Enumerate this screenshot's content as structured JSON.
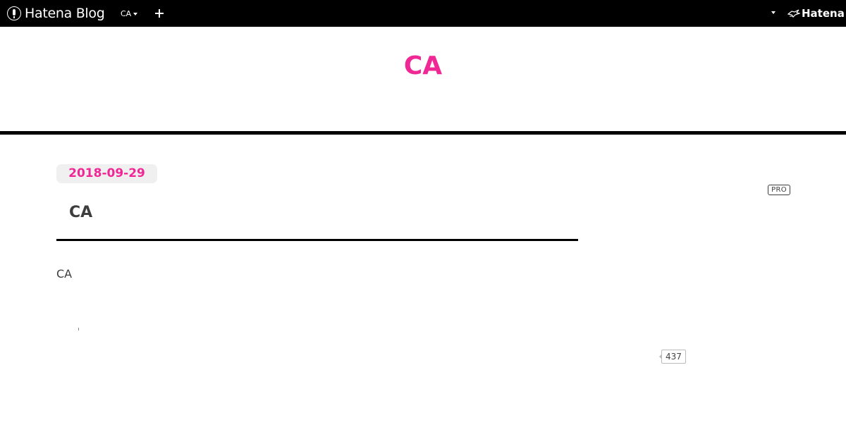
{
  "topbar": {
    "logo_text": "Hatena Blog",
    "blog_menu_label": "CA",
    "hatena_label": "Hatena"
  },
  "header": {
    "blog_title": "CA"
  },
  "entry": {
    "date": "2018-09-29",
    "title": "CA",
    "body": "CA"
  },
  "sidebar": {
    "pro_badge": "PRO",
    "count": "437"
  },
  "colors": {
    "accent": "#ef2895",
    "topbar_bg": "#000000",
    "text": "#3d3d3d",
    "date_bg": "#f0f0f0"
  },
  "icons": {
    "logo": "hatena-blog-logo-icon",
    "blog_menu": "chevron-down-icon",
    "new_post": "plus-icon",
    "user_menu": "chevron-down-icon",
    "hatena": "hatena-bird-icon"
  }
}
